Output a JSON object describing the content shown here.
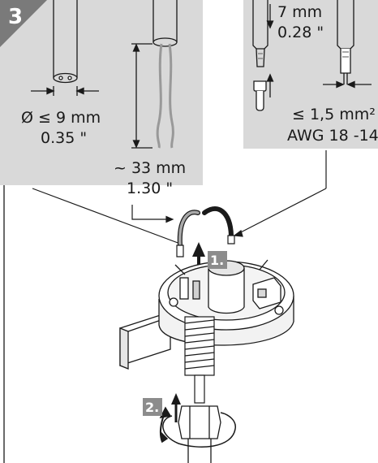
{
  "step_number": "3",
  "panel_left": {
    "diameter_line1": "Ø ≤ 9 mm",
    "diameter_line2": "0.35 \"",
    "length_line1": "~ 33 mm",
    "length_line2": "1.30 \""
  },
  "panel_right": {
    "strip_line1": "7 mm",
    "strip_line2": "0.28 \"",
    "cross_section_line1": "≤ 1,5 mm²",
    "cross_section_line2": "AWG 18 -14"
  },
  "steps": {
    "step1_label": "1.",
    "step2_label": "2."
  },
  "colors": {
    "panel_bg": "#d9d9d9",
    "badge_bg": "#7a7a7a",
    "step_badge_bg": "#8c8c8c",
    "line": "#1a1a1a"
  }
}
